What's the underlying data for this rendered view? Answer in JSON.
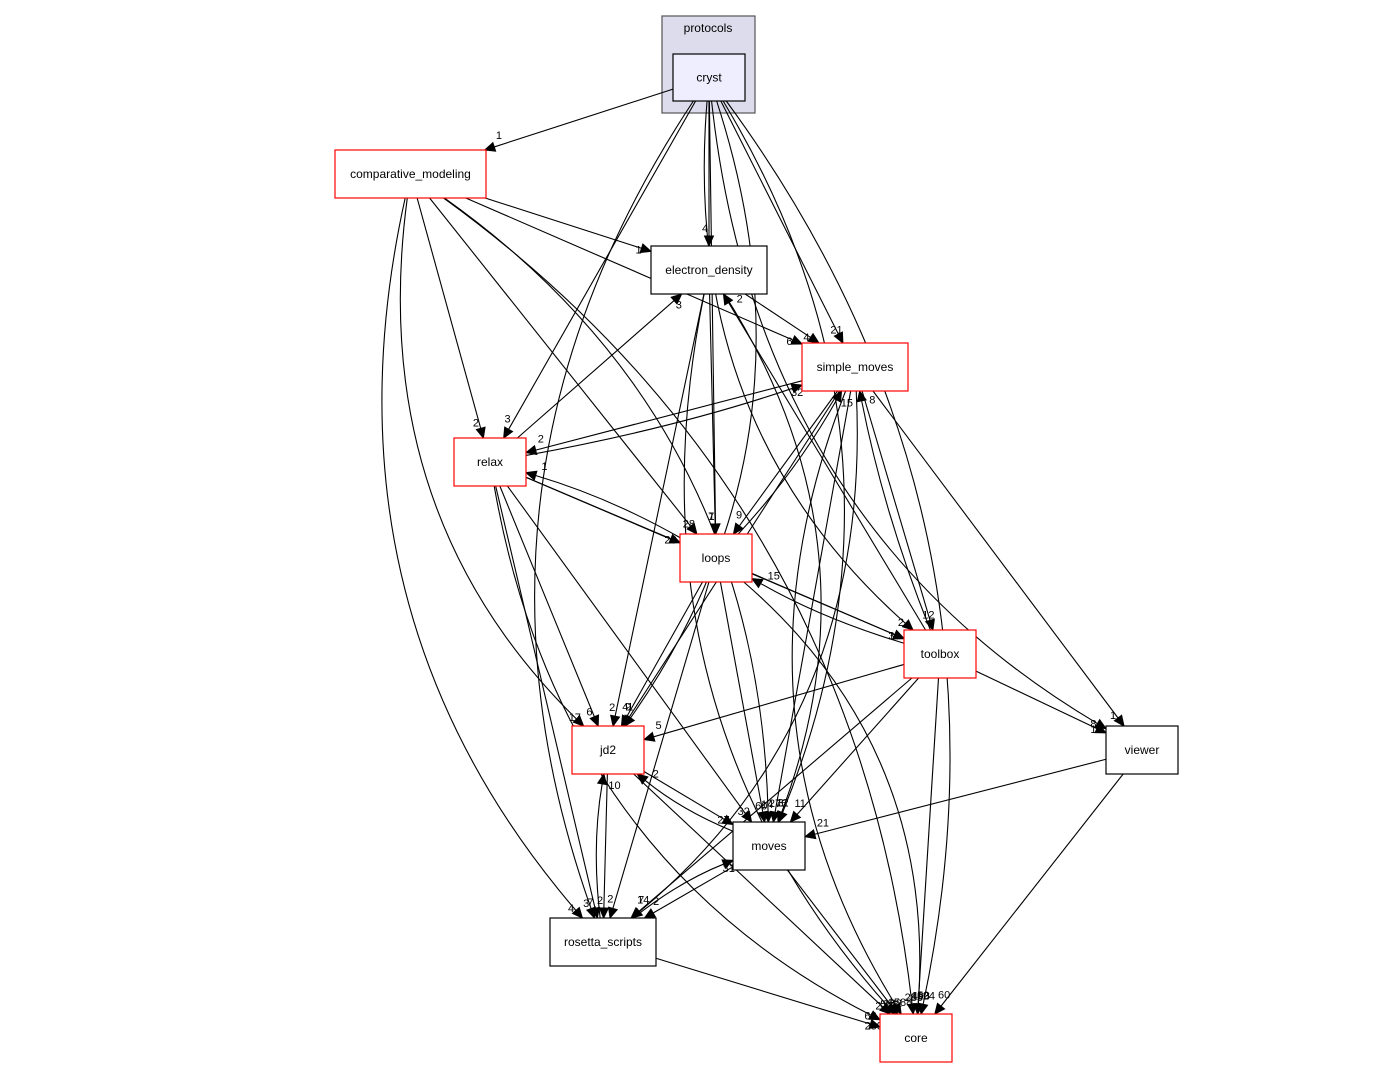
{
  "cluster": {
    "label": "protocols",
    "fill": "#dcdcec",
    "stroke": "#555555"
  },
  "focus_node": {
    "id": "cryst",
    "label": "cryst",
    "fill": "#eeeeff"
  },
  "nodes": [
    {
      "id": "comparative_modeling",
      "label": "comparative_modeling",
      "border": "#ff0000"
    },
    {
      "id": "electron_density",
      "label": "electron_density",
      "border": "#000000"
    },
    {
      "id": "simple_moves",
      "label": "simple_moves",
      "border": "#ff0000"
    },
    {
      "id": "relax",
      "label": "relax",
      "border": "#ff0000"
    },
    {
      "id": "loops",
      "label": "loops",
      "border": "#ff0000"
    },
    {
      "id": "toolbox",
      "label": "toolbox",
      "border": "#ff0000"
    },
    {
      "id": "jd2",
      "label": "jd2",
      "border": "#ff0000"
    },
    {
      "id": "viewer",
      "label": "viewer",
      "border": "#000000"
    },
    {
      "id": "moves",
      "label": "moves",
      "border": "#000000"
    },
    {
      "id": "rosetta_scripts",
      "label": "rosetta_scripts",
      "border": "#000000"
    },
    {
      "id": "core",
      "label": "core",
      "border": "#ff0000"
    }
  ],
  "edges": [
    {
      "from": "cryst",
      "to": "comparative_modeling",
      "label": "1"
    },
    {
      "from": "cryst",
      "to": "electron_density",
      "label": "4"
    },
    {
      "from": "cryst",
      "to": "simple_moves",
      "label": "21"
    },
    {
      "from": "cryst",
      "to": "relax",
      "label": "3"
    },
    {
      "from": "cryst",
      "to": "loops",
      "label": "1"
    },
    {
      "from": "cryst",
      "to": "toolbox",
      "label": "2"
    },
    {
      "from": "cryst",
      "to": "jd2",
      "label": "1"
    },
    {
      "from": "cryst",
      "to": "viewer",
      "label": "8"
    },
    {
      "from": "cryst",
      "to": "moves",
      "label": "3"
    },
    {
      "from": "cryst",
      "to": "rosetta_scripts",
      "label": "3"
    },
    {
      "from": "cryst",
      "to": "core",
      "label": "50"
    },
    {
      "from": "comparative_modeling",
      "to": "electron_density",
      "label": "1"
    },
    {
      "from": "comparative_modeling",
      "to": "simple_moves",
      "label": "6"
    },
    {
      "from": "comparative_modeling",
      "to": "relax",
      "label": "2"
    },
    {
      "from": "comparative_modeling",
      "to": "loops",
      "label": "28"
    },
    {
      "from": "comparative_modeling",
      "to": "jd2",
      "label": "17"
    },
    {
      "from": "comparative_modeling",
      "to": "moves",
      "label": "14"
    },
    {
      "from": "comparative_modeling",
      "to": "rosetta_scripts",
      "label": "4"
    },
    {
      "from": "comparative_modeling",
      "to": "core",
      "label": "285"
    },
    {
      "from": "electron_density",
      "to": "simple_moves",
      "label": "4"
    },
    {
      "from": "electron_density",
      "to": "loops",
      "label": "7"
    },
    {
      "from": "electron_density",
      "to": "jd2",
      "label": "2"
    },
    {
      "from": "electron_density",
      "to": "moves",
      "label": "12"
    },
    {
      "from": "electron_density",
      "to": "core",
      "label": "588"
    },
    {
      "from": "simple_moves",
      "to": "relax",
      "label": "2"
    },
    {
      "from": "simple_moves",
      "to": "loops",
      "label": "9"
    },
    {
      "from": "simple_moves",
      "to": "toolbox",
      "label": "12"
    },
    {
      "from": "simple_moves",
      "to": "jd2",
      "label": "9"
    },
    {
      "from": "simple_moves",
      "to": "viewer",
      "label": "1"
    },
    {
      "from": "simple_moves",
      "to": "moves",
      "label": "275"
    },
    {
      "from": "simple_moves",
      "to": "rosetta_scripts",
      "label": "7"
    },
    {
      "from": "simple_moves",
      "to": "core",
      "label": "1588"
    },
    {
      "from": "relax",
      "to": "simple_moves",
      "label": "32"
    },
    {
      "from": "relax",
      "to": "electron_density",
      "label": "3"
    },
    {
      "from": "relax",
      "to": "loops",
      "label": "28"
    },
    {
      "from": "relax",
      "to": "toolbox",
      "label": "3"
    },
    {
      "from": "relax",
      "to": "jd2",
      "label": "6"
    },
    {
      "from": "relax",
      "to": "moves",
      "label": "32"
    },
    {
      "from": "relax",
      "to": "rosetta_scripts",
      "label": "7"
    },
    {
      "from": "relax",
      "to": "core",
      "label": "68"
    },
    {
      "from": "loops",
      "to": "simple_moves",
      "label": "15"
    },
    {
      "from": "loops",
      "to": "relax",
      "label": "1"
    },
    {
      "from": "loops",
      "to": "toolbox",
      "label": "1"
    },
    {
      "from": "loops",
      "to": "jd2",
      "label": "4"
    },
    {
      "from": "loops",
      "to": "moves",
      "label": "60"
    },
    {
      "from": "loops",
      "to": "rosetta_scripts",
      "label": "2"
    },
    {
      "from": "loops",
      "to": "core",
      "label": "493"
    },
    {
      "from": "toolbox",
      "to": "simple_moves",
      "label": "8"
    },
    {
      "from": "toolbox",
      "to": "loops",
      "label": "15"
    },
    {
      "from": "toolbox",
      "to": "electron_density",
      "label": "2"
    },
    {
      "from": "toolbox",
      "to": "jd2",
      "label": "5"
    },
    {
      "from": "toolbox",
      "to": "viewer",
      "label": "1"
    },
    {
      "from": "toolbox",
      "to": "moves",
      "label": "11"
    },
    {
      "from": "toolbox",
      "to": "rosetta_scripts",
      "label": "14"
    },
    {
      "from": "toolbox",
      "to": "core",
      "label": "1124"
    },
    {
      "from": "jd2",
      "to": "moves",
      "label": "27"
    },
    {
      "from": "jd2",
      "to": "rosetta_scripts",
      "label": "2"
    },
    {
      "from": "jd2",
      "to": "core",
      "label": "217"
    },
    {
      "from": "viewer",
      "to": "moves",
      "label": "21"
    },
    {
      "from": "viewer",
      "to": "core",
      "label": "60"
    },
    {
      "from": "moves",
      "to": "jd2",
      "label": "2"
    },
    {
      "from": "moves",
      "to": "rosetta_scripts",
      "label": "2"
    },
    {
      "from": "moves",
      "to": "core",
      "label": "132"
    },
    {
      "from": "rosetta_scripts",
      "to": "jd2",
      "label": "10"
    },
    {
      "from": "rosetta_scripts",
      "to": "moves",
      "label": "31"
    },
    {
      "from": "rosetta_scripts",
      "to": "core",
      "label": "289"
    }
  ]
}
